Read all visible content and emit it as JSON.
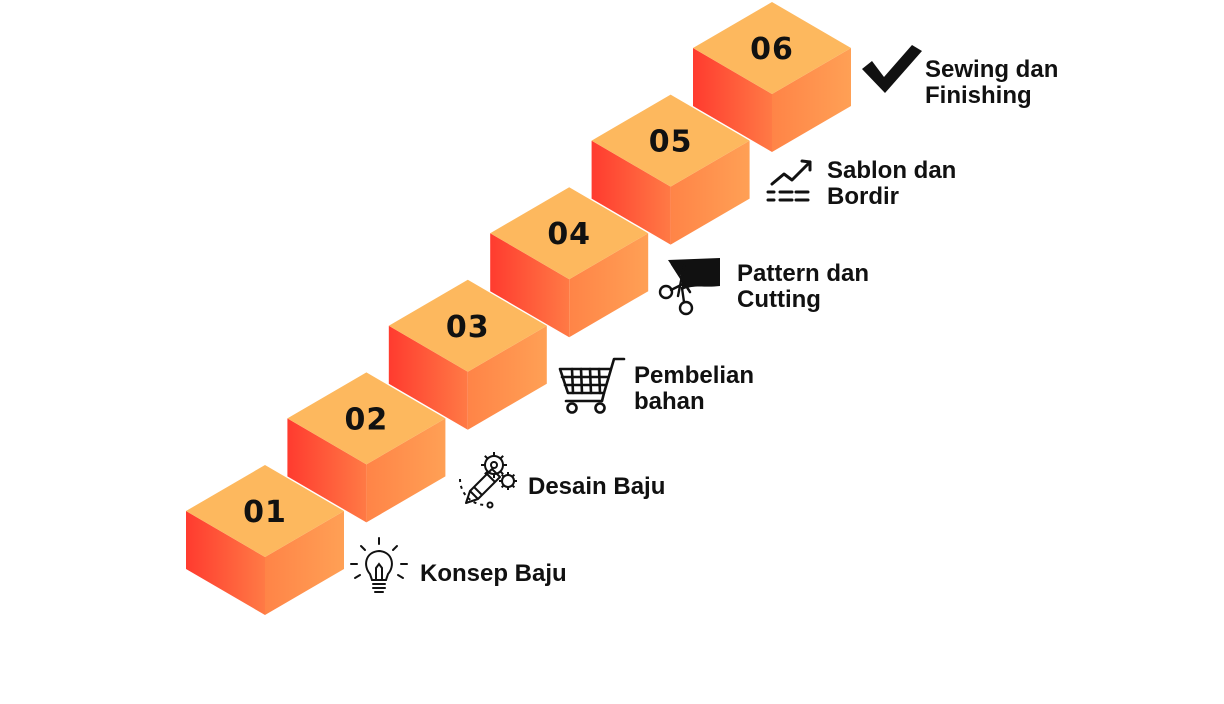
{
  "colors": {
    "top_face": "#FDB85E",
    "left_face_start": "#FF3B2F",
    "left_face_end": "#FF7A45",
    "right_face_start": "#FF8447",
    "right_face_end": "#FFA055",
    "text": "#111111",
    "icon": "#111111"
  },
  "steps": [
    {
      "number": "01",
      "label_lines": [
        "Konsep Baju"
      ],
      "icon": "lightbulb-icon"
    },
    {
      "number": "02",
      "label_lines": [
        "Desain Baju"
      ],
      "icon": "pencil-gears-icon"
    },
    {
      "number": "03",
      "label_lines": [
        "Pembelian",
        "bahan"
      ],
      "icon": "shopping-cart-icon"
    },
    {
      "number": "04",
      "label_lines": [
        "Pattern dan",
        "Cutting"
      ],
      "icon": "scissors-fabric-icon"
    },
    {
      "number": "05",
      "label_lines": [
        "Sablon dan",
        "Bordir"
      ],
      "icon": "growth-chart-icon"
    },
    {
      "number": "06",
      "label_lines": [
        "Sewing dan",
        "Finishing"
      ],
      "icon": "checkmark-icon"
    }
  ]
}
